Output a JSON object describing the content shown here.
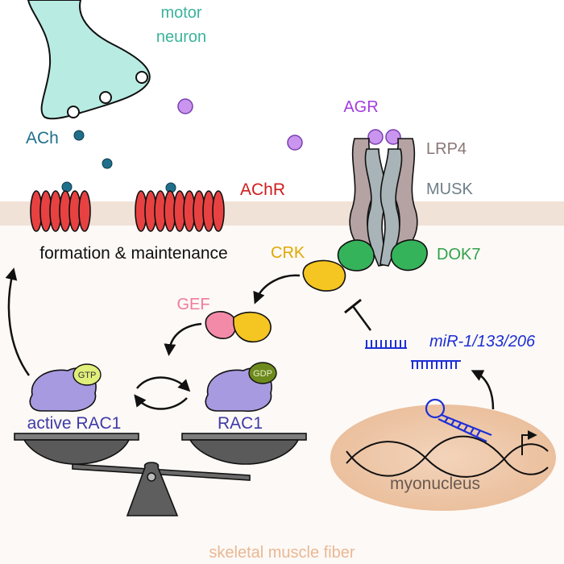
{
  "labels": {
    "motor_neuron_line1": "motor",
    "motor_neuron_line2": "neuron",
    "ach": "ACh",
    "agr": "AGR",
    "lrp4": "LRP4",
    "musk": "MUSK",
    "achr": "AChR",
    "dok7": "DOK7",
    "crk": "CRK",
    "gef": "GEF",
    "formation": "formation & maintenance",
    "gtp": "GTP",
    "gdp": "GDP",
    "active_rac1": "active RAC1",
    "rac1": "RAC1",
    "mirna": "miR-1/133/206",
    "myonucleus": "myonucleus",
    "fiber": "skeletal muscle fiber"
  },
  "colors": {
    "neuron": "#b8ece3",
    "neuron_text": "#3bb39c",
    "ach": "#1f6f8b",
    "agr": "#b67ce6",
    "agr_text": "#a43be0",
    "lrp4": "#8a7676",
    "musk": "#6d7f86",
    "achr": "#e03535",
    "achr_text": "#d01c1c",
    "dok7": "#2e9e4a",
    "dok7_text": "#2ea24a",
    "crk": "#f2be1f",
    "crk_text": "#e0a800",
    "gef": "#f28aa8",
    "gef_text": "#ef7aa0",
    "rac1": "#a89ae0",
    "rac1_text": "#3e3aa8",
    "mirna": "#1d2fd6",
    "membrane": "#f1e2d8",
    "nucleus": "#efc9aa",
    "fiber_text": "#e9b894"
  }
}
